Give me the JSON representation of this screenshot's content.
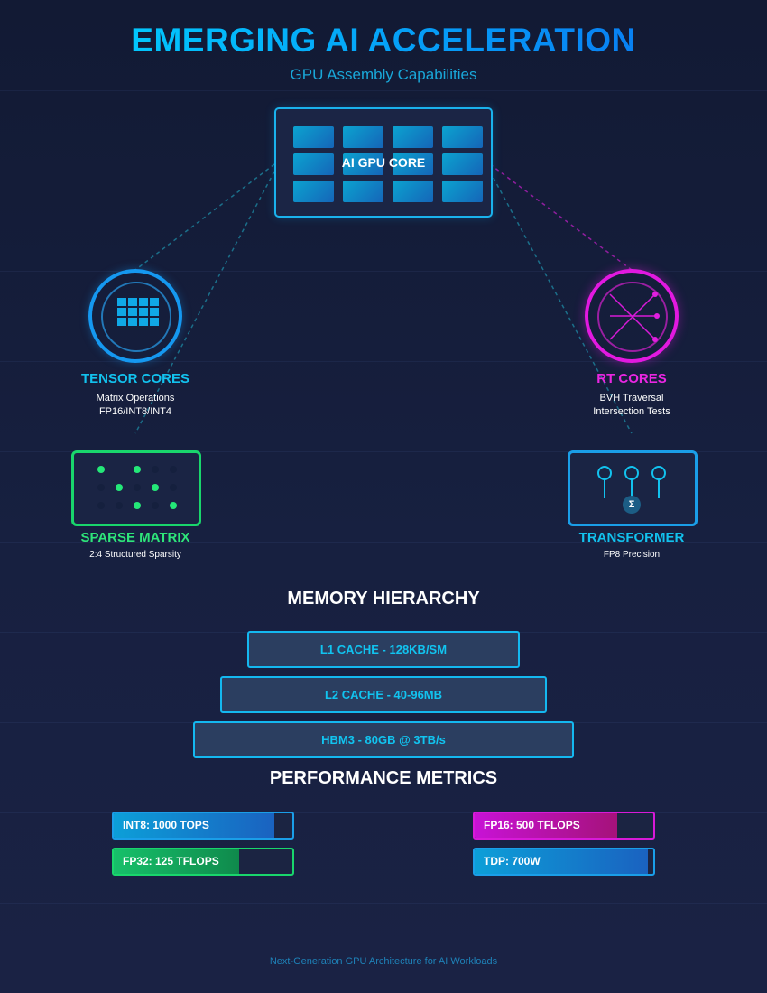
{
  "header": {
    "title": "EMERGING AI ACCELERATION",
    "subtitle": "GPU Assembly Capabilities"
  },
  "core": {
    "label": "AI GPU CORE",
    "icon": "gpu-core-grid-icon"
  },
  "units": {
    "tensor": {
      "title": "TENSOR CORES",
      "line1": "Matrix Operations",
      "line2": "FP16/INT8/INT4",
      "icon": "matrix-grid-icon",
      "color": "#12c2ee"
    },
    "rt": {
      "title": "RT CORES",
      "line1": "BVH Traversal",
      "line2": "Intersection Tests",
      "icon": "ray-intersection-icon",
      "color": "#ea26e2"
    },
    "sparse": {
      "title": "SPARSE MATRIX",
      "line1": "2:4 Structured Sparsity",
      "icon": "sparse-dots-icon",
      "color": "#2ee57a"
    },
    "transformer": {
      "title": "TRANSFORMER",
      "line1": "FP8 Precision",
      "icon": "attention-heads-icon",
      "sigma": "Σ",
      "color": "#12c2ee"
    }
  },
  "memory": {
    "title": "MEMORY HIERARCHY",
    "levels": [
      "L1 CACHE - 128KB/SM",
      "L2 CACHE - 40-96MB",
      "HBM3 - 80GB @ 3TB/s"
    ]
  },
  "performance": {
    "title": "PERFORMANCE METRICS",
    "metrics": [
      {
        "label": "INT8: 1000 TOPS",
        "fill_fraction": 0.9,
        "color": "#1a8ee0"
      },
      {
        "label": "FP16: 500 TFLOPS",
        "fill_fraction": 0.8,
        "color": "#d516d0"
      },
      {
        "label": "FP32: 125 TFLOPS",
        "fill_fraction": 0.7,
        "color": "#17b565"
      },
      {
        "label": "TDP: 700W",
        "fill_fraction": 0.97,
        "color": "#1a8ee0"
      }
    ]
  },
  "footer": "Next-Generation GPU Architecture for AI Workloads"
}
